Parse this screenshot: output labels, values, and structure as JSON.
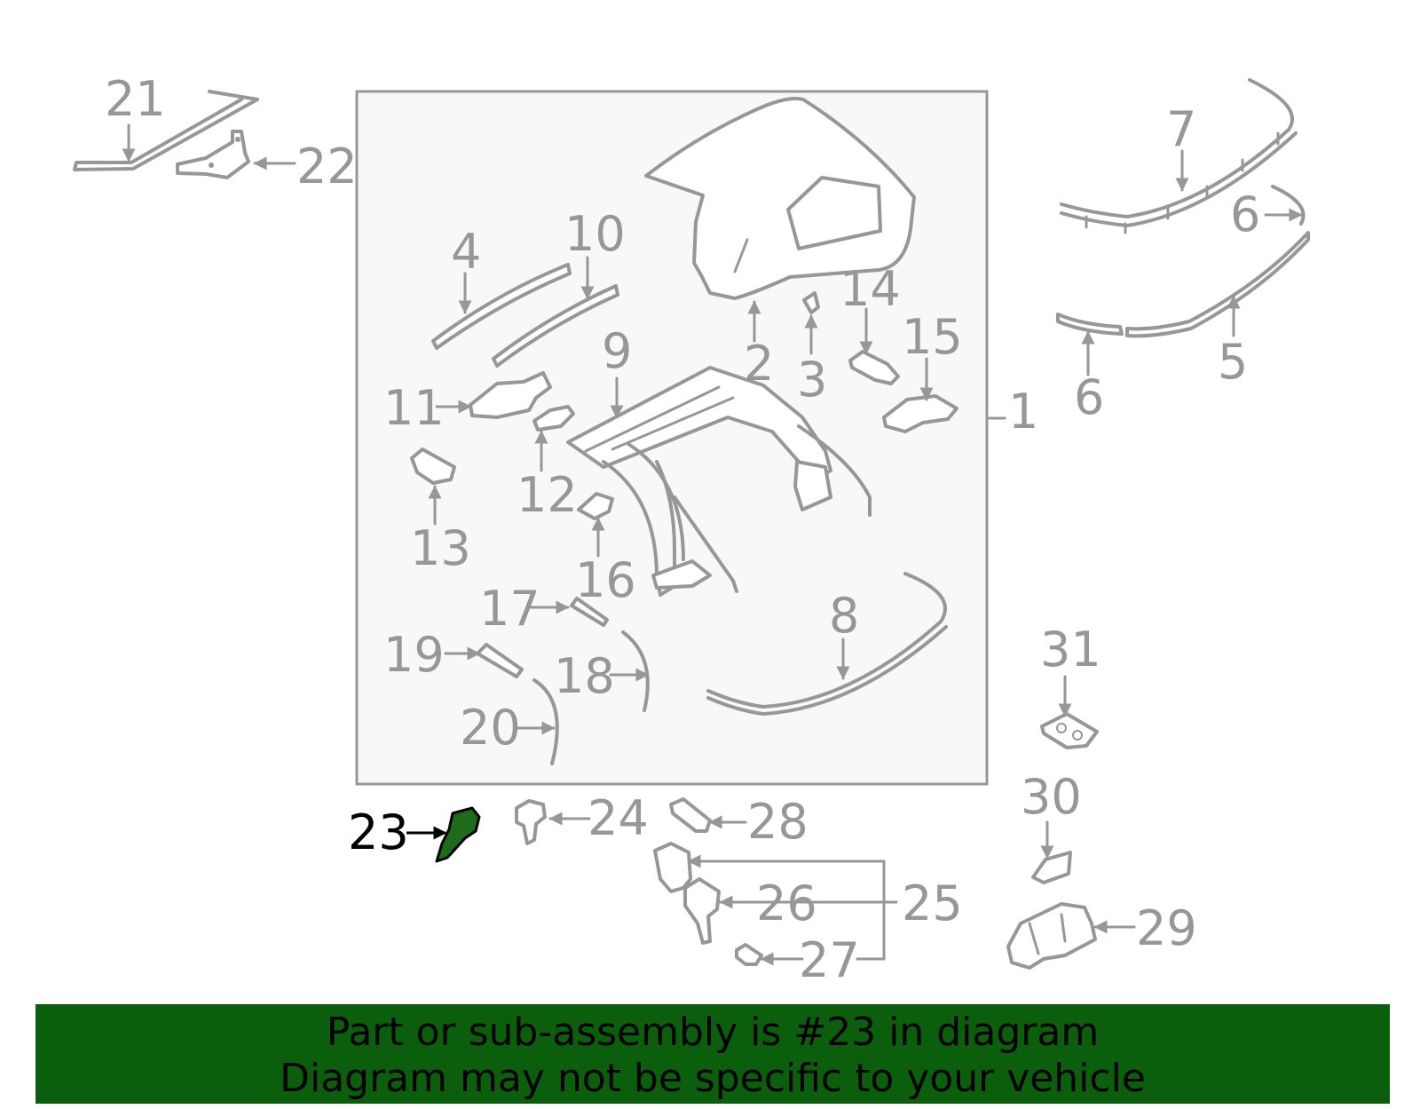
{
  "diagram": {
    "labels": [
      "1",
      "2",
      "3",
      "4",
      "5",
      "6",
      "6",
      "7",
      "8",
      "9",
      "10",
      "11",
      "12",
      "13",
      "14",
      "15",
      "16",
      "17",
      "18",
      "19",
      "20",
      "21",
      "22",
      "23",
      "24",
      "25",
      "26",
      "27",
      "28",
      "29",
      "30",
      "31"
    ],
    "highlighted_part": "23",
    "colors": {
      "line": "#979797",
      "assembly_box_fill": "#f8f8f8",
      "highlight_part": "#1e6b1a",
      "highlight_label": "#000000",
      "banner_background": "#0b5e0b",
      "banner_text": "#000000"
    }
  },
  "banner": {
    "line1": "Part or sub-assembly is #23 in diagram",
    "line2": "Diagram may not be specific to your vehicle"
  }
}
